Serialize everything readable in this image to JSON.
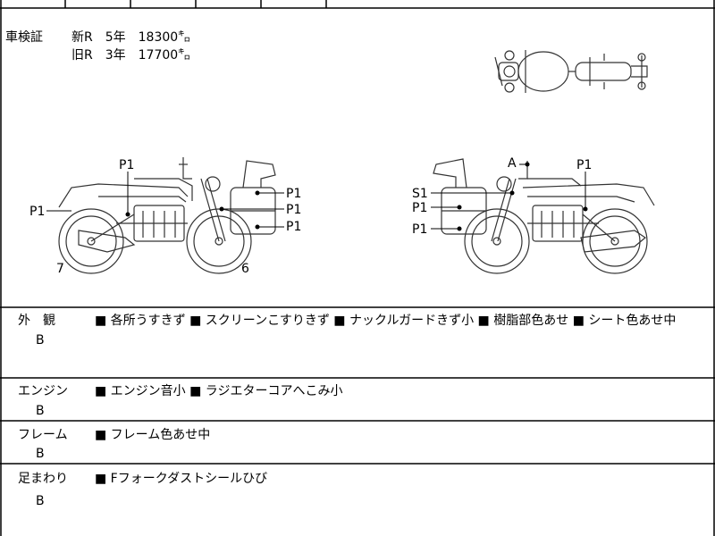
{
  "inspection": {
    "label": "車検証",
    "new_line": "新R　5年　18300㌔",
    "old_line": "旧R　3年　17700㌔"
  },
  "left_bike": {
    "marks": [
      "P1",
      "P1",
      "P1",
      "P1",
      "P1"
    ],
    "num_left": "7",
    "num_right": "6"
  },
  "right_bike": {
    "marks": [
      "A",
      "P1",
      "S1",
      "P1",
      "P1"
    ]
  },
  "sections": [
    {
      "label": "外　観",
      "grade": "B",
      "notes": "■ 各所うすきず ■ スクリーンこすりきず ■ ナックルガードきず小 ■ 樹脂部色あせ ■ シート色あせ中"
    },
    {
      "label": "エンジン",
      "grade": "B",
      "notes": "■ エンジン音小 ■ ラジエターコアへこみ小"
    },
    {
      "label": "フレーム",
      "grade": "B",
      "notes": "■ フレーム色あせ中"
    },
    {
      "label": "足まわり",
      "grade": "B",
      "notes": "■ Fフォークダストシールひび"
    }
  ]
}
